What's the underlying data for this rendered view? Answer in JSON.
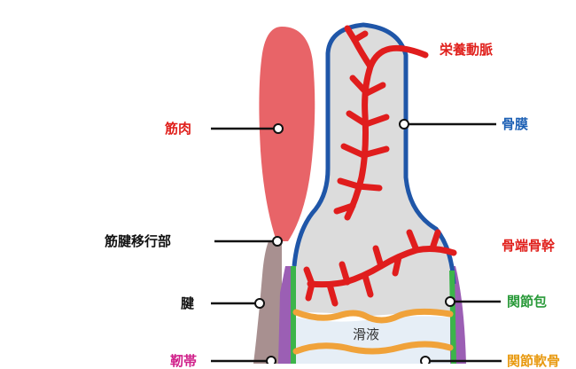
{
  "labels": {
    "nutrient_artery": "栄養動脈",
    "muscle": "筋肉",
    "periosteum": "骨膜",
    "myotendinous_junction": "筋腱移行部",
    "epiphysis_diaphysis": "骨端骨幹",
    "tendon": "腱",
    "joint_capsule": "関節包",
    "ligament": "靭帯",
    "articular_cartilage": "関節軟骨",
    "synovial_fluid": "滑液"
  },
  "colors": {
    "red_label": "#e0201c",
    "blue_label": "#1b5fb4",
    "green_label": "#2a9a3a",
    "magenta_label": "#d0208a",
    "orange_label": "#e89a12",
    "black_label": "#111111",
    "muscle": "#e86468",
    "bone": "#dcdcdc",
    "periosteum": "#1f56a8",
    "artery": "#e01d1d",
    "tendon": "#a89090",
    "capsule": "#9b5fb4",
    "synovial_membrane": "#3cb44a",
    "cartilage": "#f0a23a"
  }
}
